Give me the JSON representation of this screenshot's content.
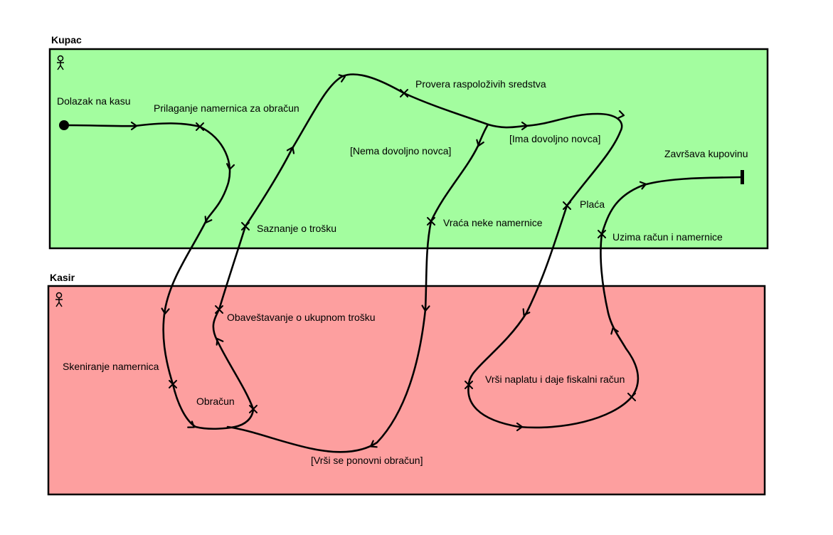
{
  "colors": {
    "customer_lane_fill": "#a3fd9f",
    "cashier_lane_fill": "#fd9f9f",
    "outline": "#000000"
  },
  "lanes": {
    "customer": {
      "title": "Kupac",
      "icon": "actor-icon"
    },
    "cashier": {
      "title": "Kasir",
      "icon": "actor-icon"
    }
  },
  "states": {
    "arrival": "Dolazak na kasu",
    "placing": "Prilaganje namernica za obračun",
    "check_funds": "Provera raspoloživih sredstva",
    "learn_cost": "Saznanje o trošku",
    "return_items": "Vraća neke namernice",
    "pays": "Plaća",
    "takes_receipt": "Uzima račun i namernice",
    "finishes": "Završava kupovinu",
    "inform_total": "Obaveštavanje o ukupnom trošku",
    "scanning": "Skeniranje namernica",
    "calculation": "Obračun",
    "charge": "Vrši naplatu i daje fiskalni račun"
  },
  "guards": {
    "not_enough": "[Nema dovoljno novca]",
    "enough": "[Ima dovoljno novca]",
    "recalc": "[Vrši se ponovni obračun]"
  }
}
